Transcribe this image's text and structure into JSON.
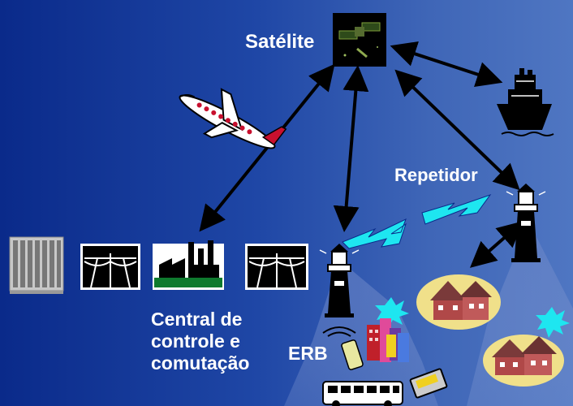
{
  "diagram": {
    "labels": {
      "satellite": "Satélite",
      "repeater": "Repetidor",
      "central_line1": "Central de",
      "central_line2": "controle e",
      "central_line3": "comutação",
      "erb": "ERB"
    },
    "colors": {
      "background_left": "#0a2a8a",
      "background_right": "#4f76c2",
      "lightning": "#1ee6f0",
      "arrow": "#000000",
      "text": "#ffffff"
    },
    "icons": [
      "satellite-icon",
      "airplane-icon",
      "ship-icon",
      "lighthouse-icon",
      "switchboard-icon",
      "power-pole-icon",
      "factory-icon",
      "houses-icon",
      "buildings-icon",
      "bus-icon",
      "phone-icon",
      "lightning-icon"
    ]
  }
}
